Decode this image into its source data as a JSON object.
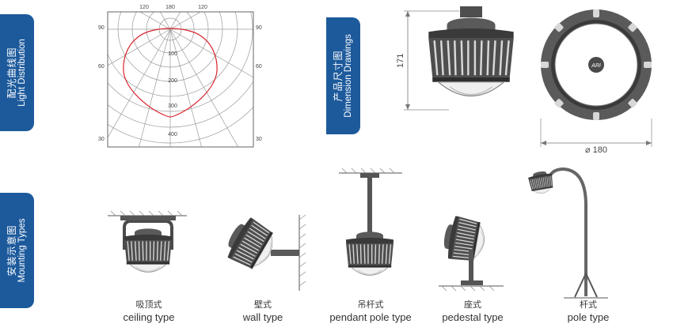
{
  "sections": {
    "light": {
      "zh": "配光曲线图",
      "en": "Light Distribution"
    },
    "dimension": {
      "zh": "产品尺寸图",
      "en": "Dimension Drawings"
    },
    "mounting": {
      "zh": "安装示意图",
      "en": "Mounting Types"
    }
  },
  "polar_chart": {
    "top_labels": [
      "120",
      "180",
      "120"
    ],
    "side_labels": [
      "90",
      "60",
      "30"
    ],
    "radial_labels": [
      "100",
      "200",
      "300",
      "400"
    ]
  },
  "dimensions": {
    "height": "171",
    "diameter": "⌀ 180",
    "logo": "ARI"
  },
  "mounting_types": [
    {
      "zh": "吸顶式",
      "en": "ceiling type"
    },
    {
      "zh": "壁式",
      "en": "wall type"
    },
    {
      "zh": "吊杆式",
      "en": "pendant pole type"
    },
    {
      "zh": "座式",
      "en": "pedestal type"
    },
    {
      "zh": "杆式",
      "en": "pole type"
    }
  ],
  "colors": {
    "tab_blue": "#1d5a9c",
    "curve_red": "#d9232e",
    "line_grey": "#888888"
  }
}
